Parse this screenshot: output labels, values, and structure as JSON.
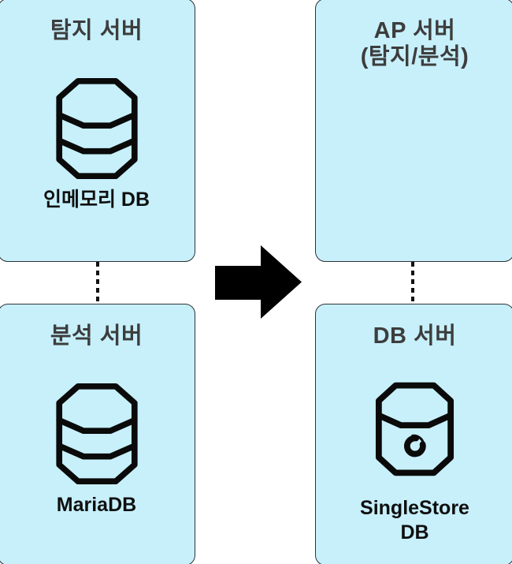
{
  "diagram": {
    "boxes": {
      "detection": {
        "title": "탐지 서버",
        "db_label": "인메모리 DB",
        "icon": "database-stack-icon"
      },
      "analysis": {
        "title": "분석 서버",
        "db_label": "MariaDB",
        "icon": "database-stack-icon"
      },
      "ap": {
        "title_line1": "AP 서버",
        "title_line2": "(탐지/분석)"
      },
      "db": {
        "title": "DB 서버",
        "db_label_line1": "SingleStore",
        "db_label_line2": "DB",
        "icon": "singlestore-db-icon"
      }
    },
    "connectors": {
      "arrow": "right-arrow-icon",
      "left_link": "dotted-vertical-connector",
      "right_link": "dotted-vertical-connector"
    },
    "colors": {
      "box_bg": "#c7f0fb",
      "box_border": "#2f3336",
      "heading": "#3d3d3d",
      "label": "#0f0f0f",
      "ink": "#0a0a0a"
    }
  }
}
